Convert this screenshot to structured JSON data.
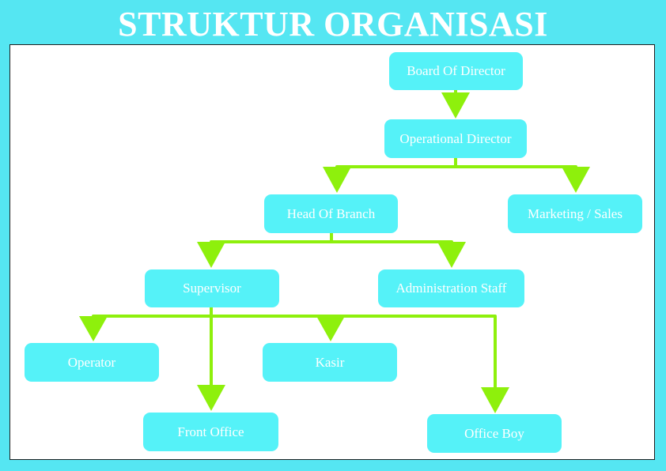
{
  "title": "STRUKTUR ORGANISASI",
  "colors": {
    "background": "#55e6f2",
    "canvas": "#ffffff",
    "node_fill": "#55f2f8",
    "node_text": "#ffffff",
    "connector": "#8ef00c"
  },
  "nodes": {
    "board": "Board Of Director",
    "operational": "Operational Director",
    "head_branch": "Head Of Branch",
    "marketing": "Marketing / Sales",
    "supervisor": "Supervisor",
    "admin_staff": "Administration Staff",
    "operator": "Operator",
    "kasir": "Kasir",
    "front_office": "Front Office",
    "office_boy": "Office Boy"
  },
  "relations": [
    {
      "from": "Board Of Director",
      "to": "Operational Director"
    },
    {
      "from": "Operational Director",
      "to": "Head Of Branch"
    },
    {
      "from": "Operational Director",
      "to": "Marketing / Sales"
    },
    {
      "from": "Head Of Branch",
      "to": "Supervisor"
    },
    {
      "from": "Head Of Branch",
      "to": "Administration Staff"
    },
    {
      "from": "Supervisor",
      "to": "Operator"
    },
    {
      "from": "Supervisor",
      "to": "Kasir"
    },
    {
      "from": "Supervisor",
      "to": "Front Office"
    },
    {
      "from": "Supervisor",
      "to": "Office Boy"
    }
  ]
}
